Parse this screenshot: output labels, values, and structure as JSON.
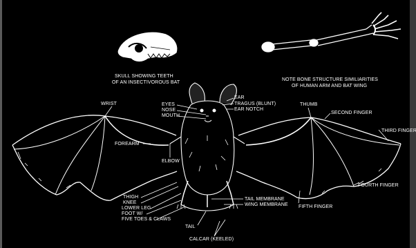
{
  "colors": {
    "background": "#000000",
    "ink": "#ffffff",
    "frame": "#5a5a5a"
  },
  "captions": {
    "skull_line1": "SKULL SHOWING TEETH",
    "skull_line2": "OF AN INSECTIVOROUS BAT",
    "bones_line1": "NOTE BONE STRUCTURE SIMILIARITIES",
    "bones_line2": "OF HUMAN ARM AND BAT WING"
  },
  "labels": {
    "wrist": "WRIST",
    "forearm": "FOREARM",
    "elbow": "ELBOW",
    "eyes": "EYES",
    "nose": "NOSE",
    "mouth": "MOUTH",
    "ear": "EAR",
    "tragus": "TRAGUS (BLUNT)",
    "ear_notch": "EAR NOTCH",
    "thumb": "THUMB",
    "second_finger": "SECOND FINGER",
    "third_finger": "THIRD FINGER",
    "fourth_finger": "FOURTH FINGER",
    "fifth_finger": "FIFTH FINGER",
    "tail_membrane": "TAIL MEMBRANE",
    "wing_membrane": "WING MEMBRANE",
    "thigh": "THIGH",
    "knee": "KNEE",
    "lower_leg": "LOWER LEG",
    "foot_line1": "FOOT W/",
    "foot_line2": "FIVE TOES & CLAWS",
    "tail": "TAIL",
    "calcar": "CALCAR (KEELED)"
  }
}
